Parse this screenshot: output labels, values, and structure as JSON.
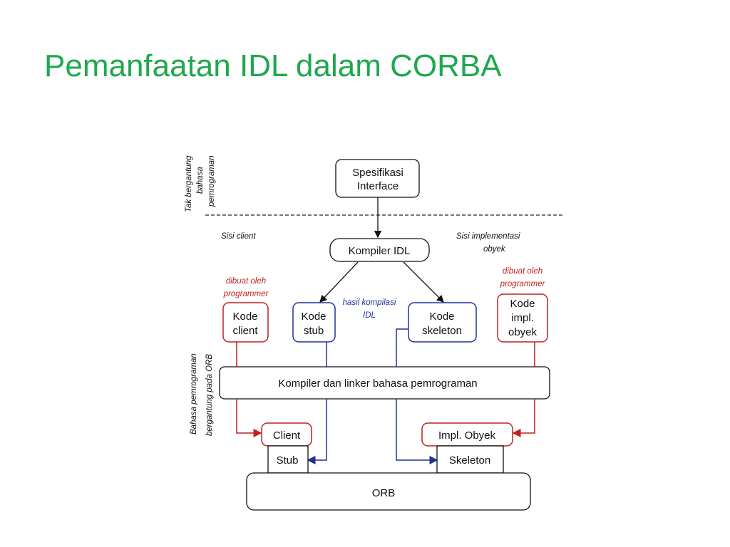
{
  "title": "Pemanfaatan IDL dalam CORBA",
  "diagram": {
    "side_label_top": [
      "Tak bergantung",
      "bahasa",
      "pemrograman"
    ],
    "side_label_bottom": [
      "Bahasa pemrograman",
      "bergantung pada ORB"
    ],
    "spec_box": [
      "Spesifikasi",
      "Interface"
    ],
    "client_side_label": "Sisi client",
    "impl_side_label": [
      "Sisi implementasi",
      "obyek"
    ],
    "compiler_idl": "Kompiler IDL",
    "made_by_left": [
      "dibuat oleh",
      "programmer"
    ],
    "made_by_right": [
      "dibuat oleh",
      "programmer"
    ],
    "idl_result": [
      "hasil kompilasi",
      "IDL"
    ],
    "kode_client": [
      "Kode",
      "client"
    ],
    "kode_stub": [
      "Kode",
      "stub"
    ],
    "kode_skeleton": [
      "Kode",
      "skeleton"
    ],
    "kode_impl": [
      "Kode",
      "impl.",
      "obyek"
    ],
    "compiler_linker": "Kompiler dan linker bahasa pemrograman",
    "client": "Client",
    "stub": "Stub",
    "impl_obyek": "Impl. Obyek",
    "skeleton": "Skeleton",
    "orb": "ORB",
    "colors": {
      "title": "#1fa84f",
      "red": "#c0201e",
      "blue": "#22309a"
    }
  }
}
